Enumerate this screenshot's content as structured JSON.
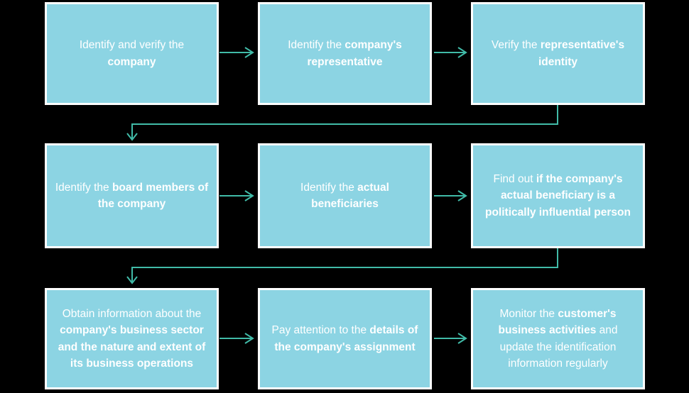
{
  "diagram": {
    "type": "flowchart",
    "colors": {
      "background": "#000000",
      "box_fill": "#8CD4E3",
      "box_border": "#FFFFFF",
      "arrow": "#41BBA8",
      "text": "#FFFFFF"
    },
    "steps": [
      {
        "name": "identify-and-verify-company",
        "segments": [
          {
            "text": "Identify and verify the ",
            "bold": false
          },
          {
            "text": "company",
            "bold": true
          }
        ]
      },
      {
        "name": "identify-company-representative",
        "segments": [
          {
            "text": "Identify the ",
            "bold": false
          },
          {
            "text": "company's representative",
            "bold": true
          }
        ]
      },
      {
        "name": "verify-representative-identity",
        "segments": [
          {
            "text": "Verify the ",
            "bold": false
          },
          {
            "text": "representative's identity",
            "bold": true
          }
        ]
      },
      {
        "name": "identify-board-members",
        "segments": [
          {
            "text": "Identify the ",
            "bold": false
          },
          {
            "text": "board members of the company",
            "bold": true
          }
        ]
      },
      {
        "name": "identify-actual-beneficiaries",
        "segments": [
          {
            "text": "Identify the ",
            "bold": false
          },
          {
            "text": "actual beneficiaries",
            "bold": true
          }
        ]
      },
      {
        "name": "find-out-politically-influential-person",
        "segments": [
          {
            "text": "Find out ",
            "bold": false
          },
          {
            "text": "if the company's actual beneficiary is a politically influential person",
            "bold": true
          }
        ]
      },
      {
        "name": "obtain-business-sector-information",
        "segments": [
          {
            "text": "Obtain information about the ",
            "bold": false
          },
          {
            "text": "company's business sector and the nature and extent of its business operations",
            "bold": true
          }
        ]
      },
      {
        "name": "pay-attention-to-assignment-details",
        "segments": [
          {
            "text": "Pay attention to the ",
            "bold": false
          },
          {
            "text": "details of the company's assignment",
            "bold": true
          }
        ]
      },
      {
        "name": "monitor-customer-business-activities",
        "segments": [
          {
            "text": "Monitor the ",
            "bold": false
          },
          {
            "text": "customer's business activities",
            "bold": true
          },
          {
            "text": " and update the identification information regularly",
            "bold": false
          }
        ]
      }
    ]
  }
}
